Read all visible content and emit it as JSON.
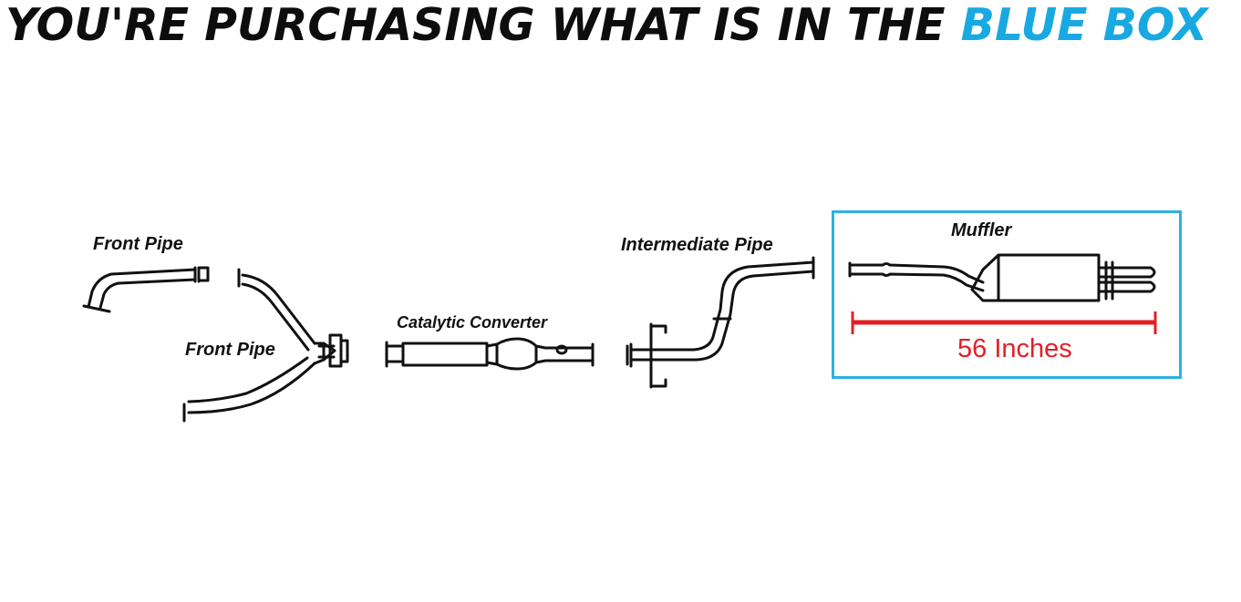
{
  "header": {
    "title_prefix": "YOU'RE PURCHASING WHAT IS IN THE ",
    "title_highlight": "BLUE BOX"
  },
  "parts": {
    "front_pipe_1": "Front Pipe",
    "front_pipe_2": "Front Pipe",
    "catalytic_converter": "Catalytic Converter",
    "intermediate_pipe": "Intermediate Pipe",
    "muffler": "Muffler"
  },
  "measurement": {
    "label": "56 Inches"
  },
  "colors": {
    "highlight_blue": "#19a9e2",
    "box_border": "#2cb1e3",
    "measure_red": "#e31e25"
  }
}
